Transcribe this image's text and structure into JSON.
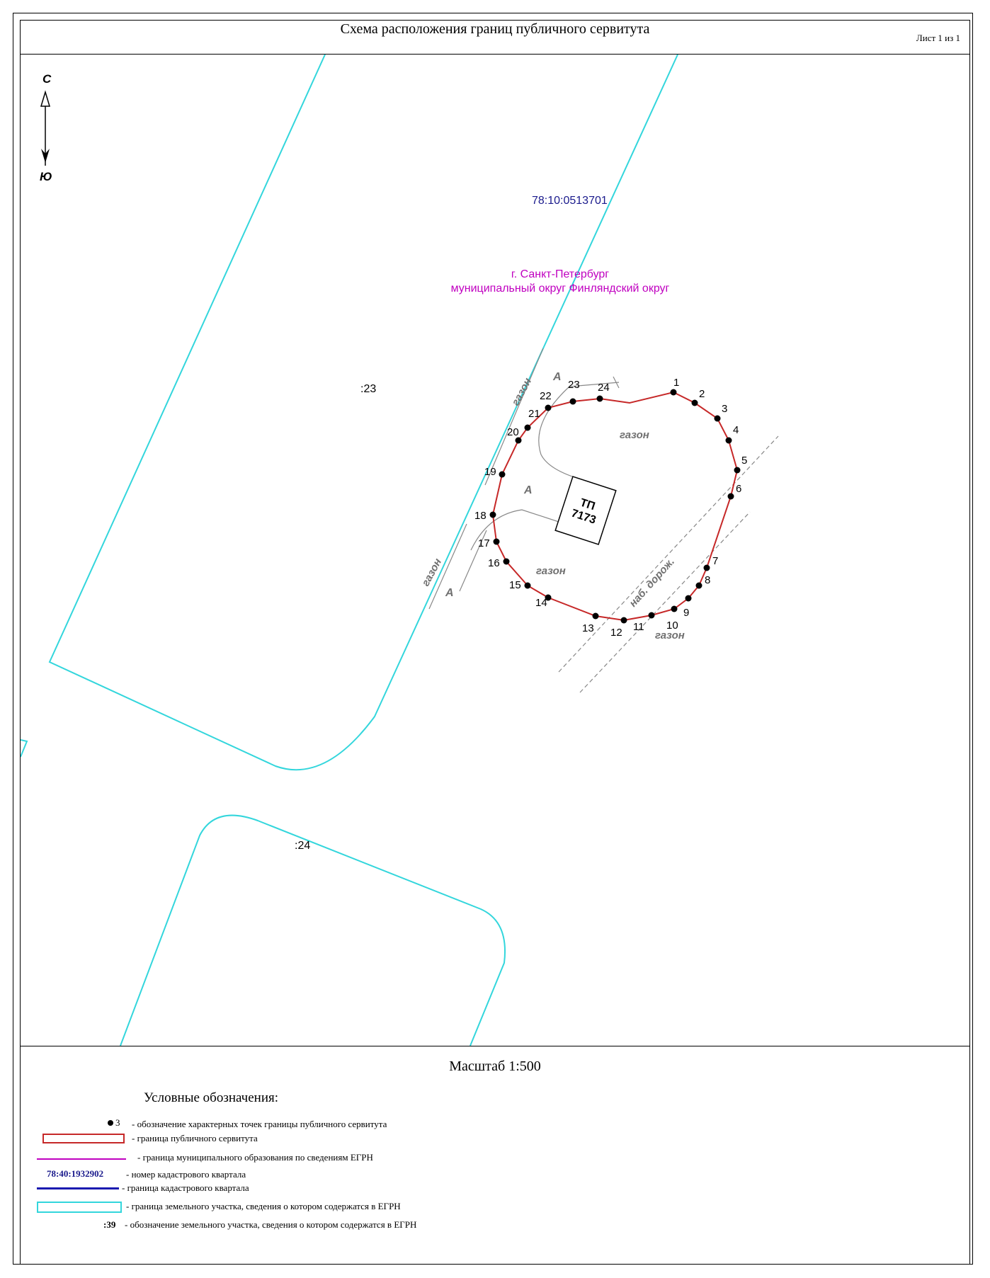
{
  "header": {
    "title": "Схема расположения границ публичного сервитута",
    "sheet": "Лист 1 из  1"
  },
  "map": {
    "north_label": "С",
    "south_label": "Ю",
    "quarter_number": "78:10:0513701",
    "municipality_line1": "г. Санкт-Петербург",
    "municipality_line2": "муниципальный округ Финляндский округ",
    "parcel_23": ":23",
    "parcel_24": ":24",
    "substation_line1": "ТП",
    "substation_line2": "7173",
    "lawn_label": "газон",
    "asphalt_label": "А",
    "embankment_label": "наб. дорож.",
    "points": [
      "1",
      "2",
      "3",
      "4",
      "5",
      "6",
      "7",
      "8",
      "9",
      "10",
      "11",
      "12",
      "13",
      "14",
      "15",
      "16",
      "17",
      "18",
      "19",
      "20",
      "21",
      "22",
      "23",
      "24"
    ],
    "colors": {
      "servitude_boundary": "#c62828",
      "parcel_boundary": "#33d6dc",
      "quarter_number_text": "#1a1a8c",
      "municipality_text": "#c000c0",
      "feature_label": "#707070"
    }
  },
  "scale": "Масштаб 1:500",
  "legend": {
    "title": "Условные обозначения:",
    "point_sample": "3",
    "point_desc": "- обозначение характерных точек границы публичного сервитута",
    "servitude_desc": "- граница публичного сервитута",
    "municipal_desc": "- граница муниципального образования по сведениям ЕГРН",
    "quarter_number_sample": "78:40:1932902",
    "quarter_number_desc": "- номер кадастрового квартала",
    "quarter_boundary_desc": "- граница кадастрового квартала",
    "parcel_boundary_desc": "- граница земельного участка, сведения о котором содержатся в ЕГРН",
    "parcel_code_sample": ":39",
    "parcel_code_desc": "- обозначение земельного участка, сведения о котором содержатся в ЕГРН"
  }
}
